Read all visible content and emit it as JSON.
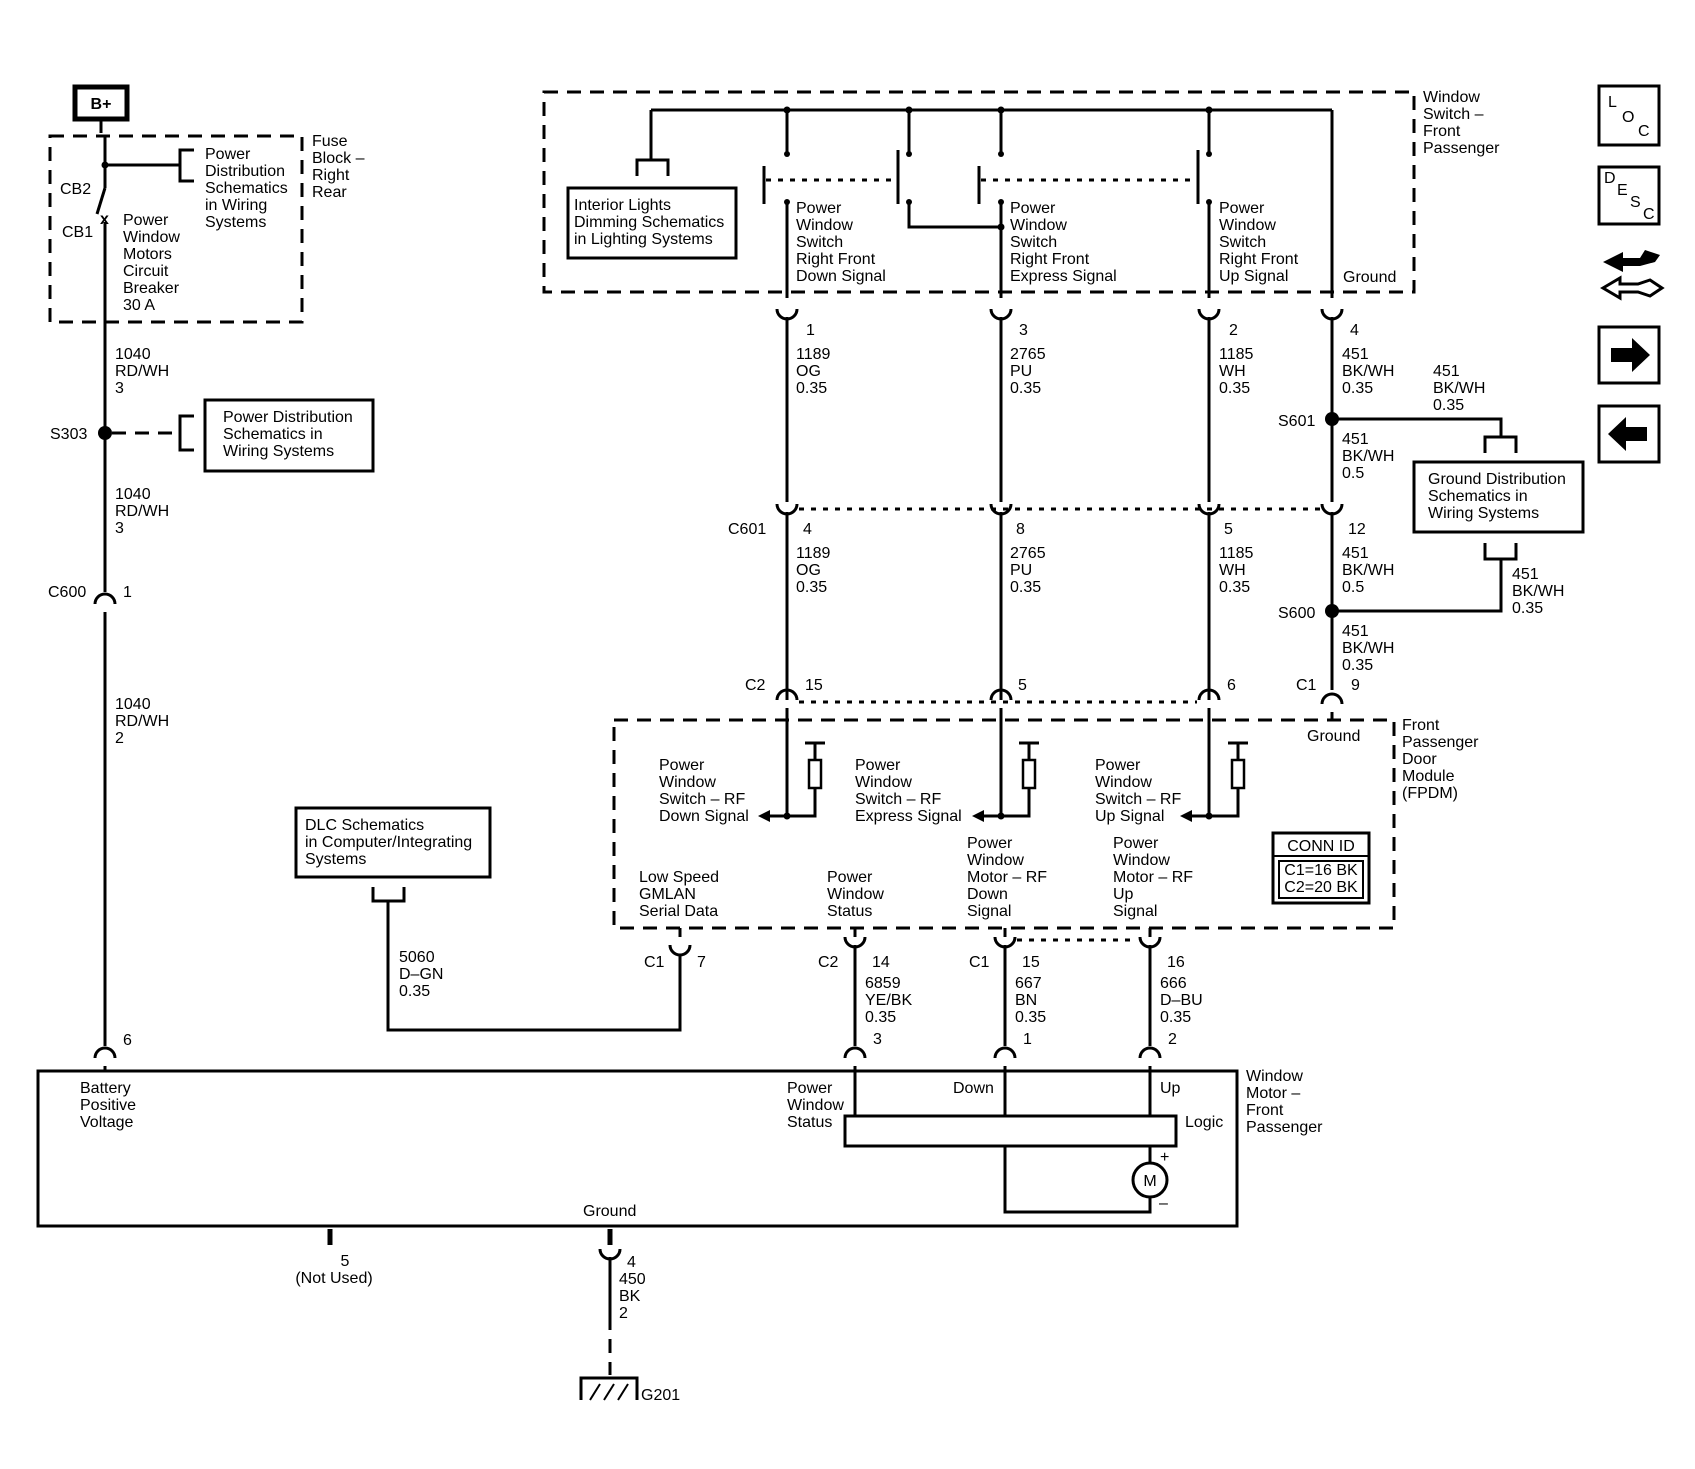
{
  "battery": {
    "label": "B+"
  },
  "fuse_block": {
    "title": [
      "Fuse",
      "Block –",
      "Right",
      "Rear"
    ],
    "power_dist_ref": [
      "Power",
      "Distribution",
      "Schematics",
      "in Wiring",
      "Systems"
    ],
    "cb2": "CB2",
    "cb1": "CB1",
    "breaker": [
      "Power",
      "Window",
      "Motors",
      "Circuit",
      "Breaker",
      "30 A"
    ]
  },
  "left_wire": {
    "seg1": [
      "1040",
      "RD/WH",
      "3"
    ],
    "s303": "S303",
    "s303_ref": [
      "Power Distribution",
      "Schematics in",
      "Wiring Systems"
    ],
    "seg2": [
      "1040",
      "RD/WH",
      "3"
    ],
    "c600": "C600",
    "c600_pin": "1",
    "seg3": [
      "1040",
      "RD/WH",
      "2"
    ],
    "motor_pin": "6"
  },
  "window_switch": {
    "title": [
      "Window",
      "Switch –",
      "Front",
      "Passenger"
    ],
    "interior_ref": [
      "Interior Lights",
      "Dimming Schematics",
      "in Lighting Systems"
    ],
    "sw_down": [
      "Power",
      "Window",
      "Switch",
      "Right Front",
      "Down Signal"
    ],
    "sw_express": [
      "Power",
      "Window",
      "Switch",
      "Right Front",
      "Express Signal"
    ],
    "sw_up": [
      "Power",
      "Window",
      "Switch",
      "Right Front",
      "Up Signal"
    ],
    "ground": "Ground"
  },
  "circuits_top": {
    "col1": {
      "pin": "1",
      "wire": [
        "1189",
        "OG",
        "0.35"
      ]
    },
    "col2": {
      "pin": "3",
      "wire": [
        "2765",
        "PU",
        "0.35"
      ]
    },
    "col3": {
      "pin": "2",
      "wire": [
        "1185",
        "WH",
        "0.35"
      ]
    },
    "col4": {
      "pin": "4",
      "wire": [
        "451",
        "BK/WH",
        "0.35"
      ]
    }
  },
  "ground_branch": {
    "s601": "S601",
    "branch_wire": [
      "451",
      "BK/WH",
      "0.35"
    ],
    "s601_down_wire": [
      "451",
      "BK/WH",
      "0.5"
    ],
    "ref": [
      "Ground Distribution",
      "Schematics in",
      "Wiring Systems"
    ],
    "s600": "S600",
    "s600_in_wire": [
      "451",
      "BK/WH",
      "0.35"
    ],
    "s600_down_wire": [
      "451",
      "BK/WH",
      "0.35"
    ]
  },
  "c601": {
    "label": "C601",
    "col1": {
      "pin": "4",
      "wire": [
        "1189",
        "OG",
        "0.35"
      ]
    },
    "col2": {
      "pin": "8",
      "wire": [
        "2765",
        "PU",
        "0.35"
      ]
    },
    "col3": {
      "pin": "5",
      "wire": [
        "1185",
        "WH",
        "0.35"
      ]
    },
    "col4": {
      "pin": "12",
      "wire": [
        "451",
        "BK/WH",
        "0.5"
      ]
    }
  },
  "fpdm_conn": {
    "c2": "C2",
    "c2_pins": [
      "15",
      "5",
      "6"
    ],
    "c1": "C1",
    "c1_pin": "9"
  },
  "fpdm": {
    "title": [
      "Front",
      "Passenger",
      "Door",
      "Module",
      "(FPDM)"
    ],
    "ground": "Ground",
    "in_down": [
      "Power",
      "Window",
      "Switch – RF",
      "Down Signal"
    ],
    "in_express": [
      "Power",
      "Window",
      "Switch – RF",
      "Express Signal"
    ],
    "in_up": [
      "Power",
      "Window",
      "Switch – RF",
      "Up Signal"
    ],
    "conn_id_title": "CONN ID",
    "conn_id_lines": [
      "C1=16 BK",
      "C2=20 BK"
    ],
    "out_gmlan": [
      "Low Speed",
      "GMLAN",
      "Serial Data"
    ],
    "out_status": [
      "Power",
      "Window",
      "Status"
    ],
    "out_down": [
      "Power",
      "Window",
      "Motor – RF",
      "Down",
      "Signal"
    ],
    "out_up": [
      "Power",
      "Window",
      "Motor – RF",
      "Up",
      "Signal"
    ]
  },
  "dlc": {
    "ref": [
      "DLC Schematics",
      "in Computer/Integrating",
      "Systems"
    ],
    "wire": [
      "5060",
      "D–GN",
      "0.35"
    ]
  },
  "fpdm_out_conn": {
    "gm_conn": "C1",
    "gm_pin": "7",
    "st_conn": "C2",
    "st_pin": "14",
    "st_wire": [
      "6859",
      "YE/BK",
      "0.35"
    ],
    "st_motor_pin": "3",
    "dn_conn": "C1",
    "dn_pin": "15",
    "dn_wire": [
      "667",
      "BN",
      "0.35"
    ],
    "dn_motor_pin": "1",
    "up_pin": "16",
    "up_wire": [
      "666",
      "D–BU",
      "0.35"
    ],
    "up_motor_pin": "2"
  },
  "motor": {
    "title": [
      "Window",
      "Motor –",
      "Front",
      "Passenger"
    ],
    "battery_label": [
      "Battery",
      "Positive",
      "Voltage"
    ],
    "status_label": [
      "Power",
      "Window",
      "Status"
    ],
    "down_label": "Down",
    "up_label": "Up",
    "logic_label": "Logic",
    "m_label": "M",
    "plus": "+",
    "minus": "–",
    "ground_label": "Ground",
    "pin5": "5",
    "not_used": "(Not Used)",
    "pin4": "4",
    "ground_wire": [
      "450",
      "BK",
      "2"
    ],
    "g201": "G201"
  },
  "nav": {
    "loc": [
      "L",
      "O",
      "C"
    ],
    "desc": [
      "D",
      "E",
      "S",
      "C"
    ]
  }
}
